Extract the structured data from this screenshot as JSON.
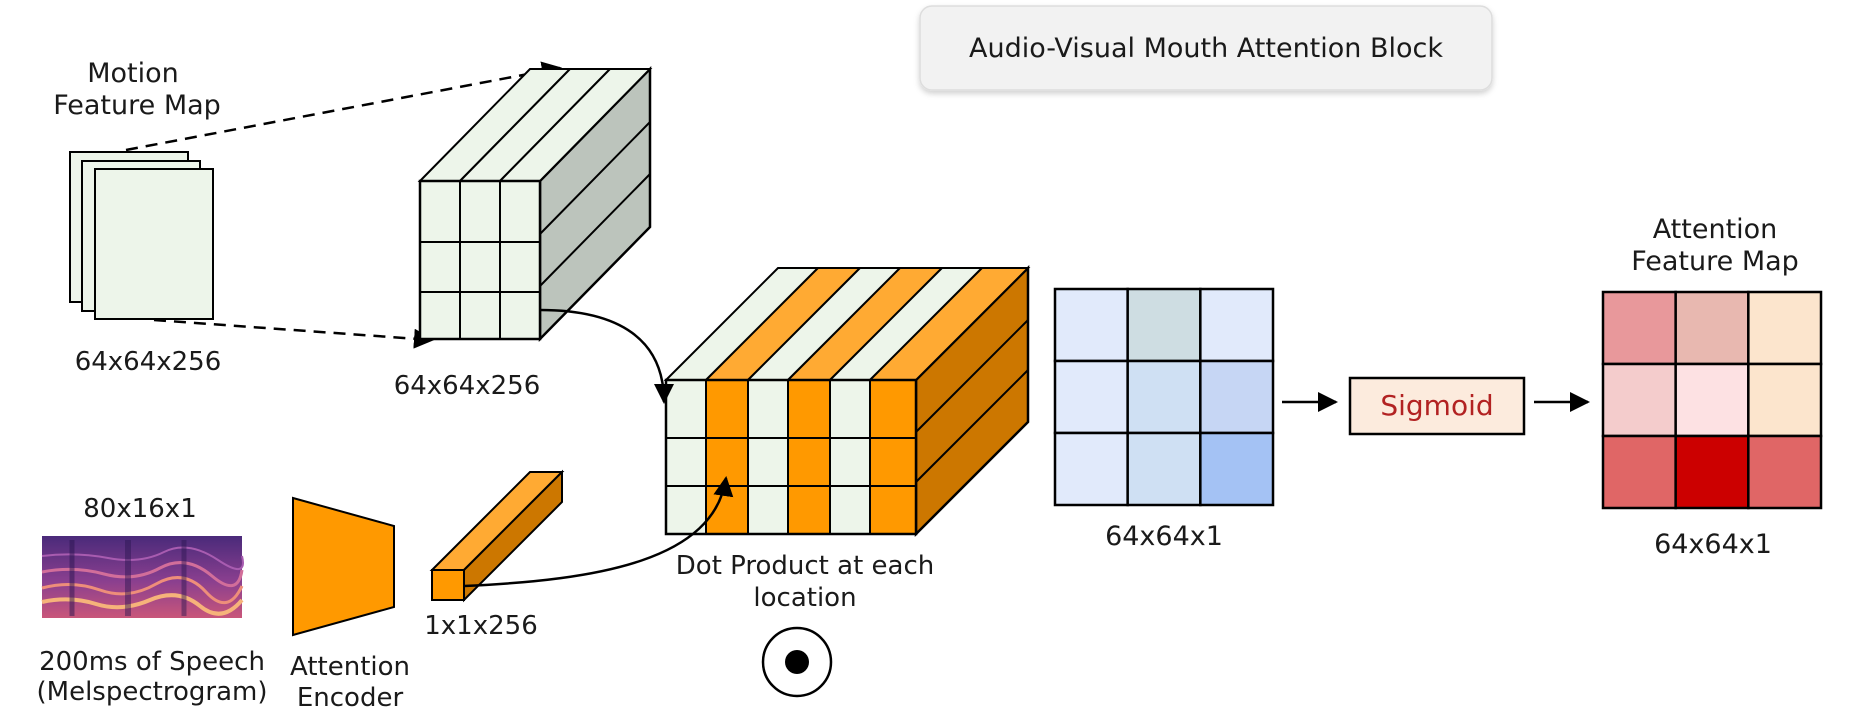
{
  "title": "Audio-Visual Mouth Attention Block",
  "motion": {
    "label_line1": "Motion",
    "label_line2": "Feature Map",
    "dims": "64x64x256"
  },
  "projected": {
    "dims": "64x64x256"
  },
  "speech": {
    "dims": "80x16x1",
    "caption_line1": "200ms of Speech",
    "caption_line2": "(Melspectrogram)"
  },
  "encoder": {
    "label_line1": "Attention",
    "label_line2": "Encoder"
  },
  "embedding": {
    "dims": "1x1x256"
  },
  "dot_product": {
    "label_line1": "Dot Product at each",
    "label_line2": "location",
    "symbol": "odot"
  },
  "score_map": {
    "dims": "64x64x1"
  },
  "sigmoid": {
    "label": "Sigmoid"
  },
  "attention_map": {
    "label_line1": "Attention",
    "label_line2": "Feature Map",
    "dims": "64x64x1"
  },
  "colors": {
    "orange": "#FF9900",
    "orange_top": "#FFAA33",
    "orange_side": "#CC7700",
    "light_green": "#EDF5EA",
    "gray_side": "#BCC4BC",
    "sigmoid_fill": "#FCEBDD",
    "sigmoid_text": "#B22222",
    "title_box": "#F2F2F2"
  },
  "score_cells": [
    "#E1EAFB",
    "#CEDDE2",
    "#E1EAFB",
    "#E1EAFB",
    "#CFE0F3",
    "#C6D6F4",
    "#E1EAFB",
    "#CFE0F3",
    "#A4C2F4"
  ],
  "attention_cells": [
    "#E8989B",
    "#E8B8B0",
    "#FCE5CD",
    "#F4CCCC",
    "#FDE1E3",
    "#FCE5CD",
    "#E06666",
    "#CC0000",
    "#E06666"
  ]
}
